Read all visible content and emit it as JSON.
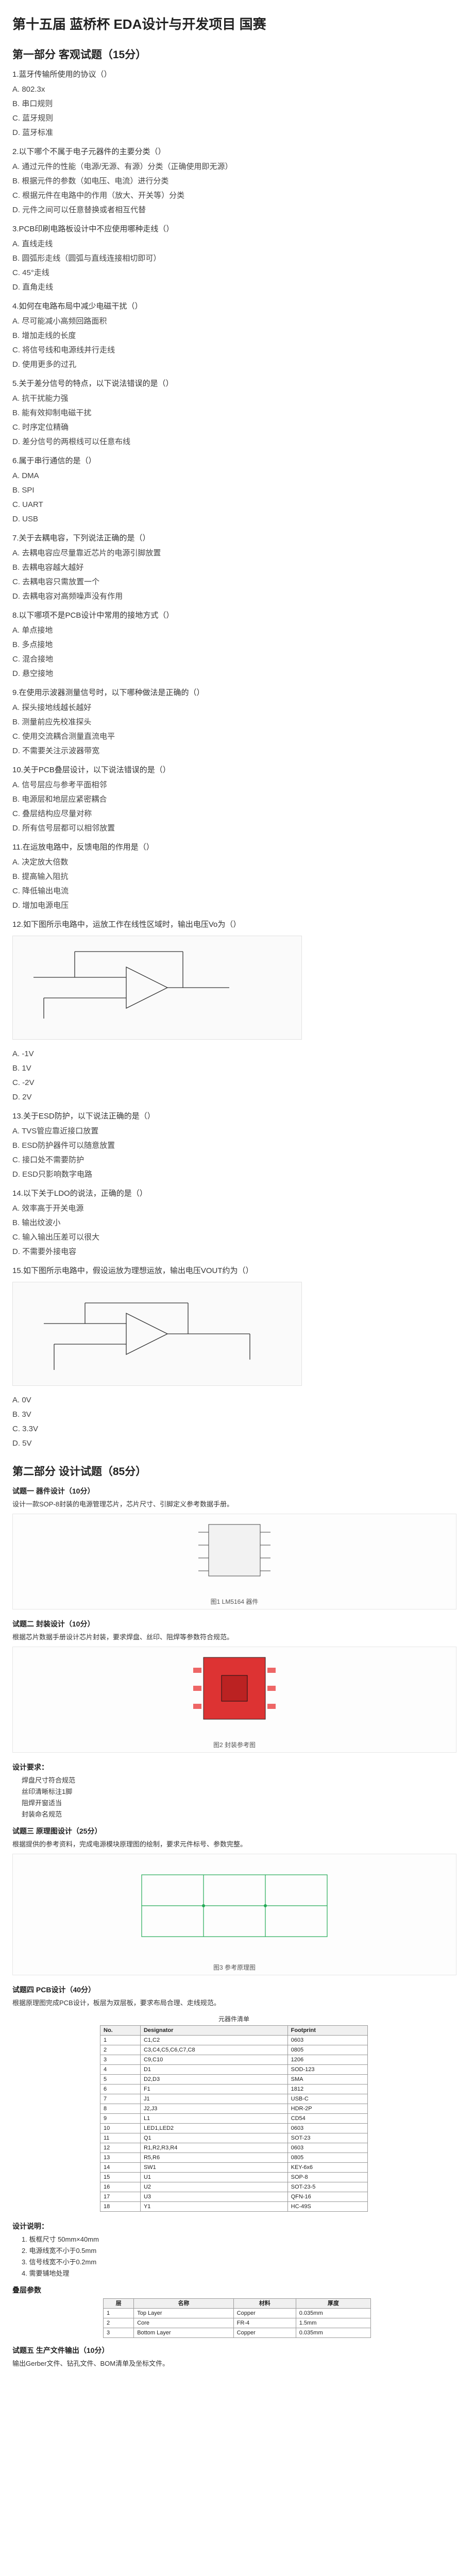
{
  "title": "第十五届 蓝桥杯 EDA设计与开发项目 国赛",
  "part1": {
    "heading": "第一部分 客观试题（15分）",
    "questions": [
      {
        "stem": "1.蓝牙传输所使用的协议（）",
        "options": [
          "A. 802.3x",
          "B. 串口规则",
          "C. 蓝牙规则",
          "D. 蓝牙标准"
        ]
      },
      {
        "stem": "2.以下哪个不属于电子元器件的主要分类（）",
        "options": [
          "A. 通过元件的性能（电源/无源、有源）分类（正确使用即无源）",
          "B. 根据元件的参数（如电压、电流）进行分类",
          "C. 根据元件在电路中的作用（放大、开关等）分类",
          "D. 元件之间可以任意替换或者相互代替"
        ]
      },
      {
        "stem": "3.PCB印刷电路板设计中不应使用哪种走线（）",
        "options": [
          "A. 直线走线",
          "B. 圆弧形走线（圆弧与直线连接相切即可）",
          "C. 45°走线",
          "D. 直角走线"
        ]
      },
      {
        "stem": "4.如何在电路布局中减少电磁干扰（）",
        "options": [
          "A. 尽可能减小高频回路面积",
          "B. 增加走线的长度",
          "C. 将信号线和电源线并行走线",
          "D. 使用更多的过孔"
        ]
      },
      {
        "stem": "5.关于差分信号的特点，以下说法错误的是（）",
        "options": [
          "A. 抗干扰能力强",
          "B. 能有效抑制电磁干扰",
          "C. 时序定位精确",
          "D. 差分信号的两根线可以任意布线"
        ]
      },
      {
        "stem": "6.属于串行通信的是（）",
        "options": [
          "A. DMA",
          "B. SPI",
          "C. UART",
          "D. USB"
        ]
      },
      {
        "stem": "7.关于去耦电容，下列说法正确的是（）",
        "options": [
          "A. 去耦电容应尽量靠近芯片的电源引脚放置",
          "B. 去耦电容越大越好",
          "C. 去耦电容只需放置一个",
          "D. 去耦电容对高频噪声没有作用"
        ]
      },
      {
        "stem": "8.以下哪项不是PCB设计中常用的接地方式（）",
        "options": [
          "A. 单点接地",
          "B. 多点接地",
          "C. 混合接地",
          "D. 悬空接地"
        ]
      },
      {
        "stem": "9.在使用示波器测量信号时，以下哪种做法是正确的（）",
        "options": [
          "A. 探头接地线越长越好",
          "B. 测量前应先校准探头",
          "C. 使用交流耦合测量直流电平",
          "D. 不需要关注示波器带宽"
        ]
      },
      {
        "stem": "10.关于PCB叠层设计，以下说法错误的是（）",
        "options": [
          "A. 信号层应与参考平面相邻",
          "B. 电源层和地层应紧密耦合",
          "C. 叠层结构应尽量对称",
          "D. 所有信号层都可以相邻放置"
        ]
      },
      {
        "stem": "11.在运放电路中，反馈电阻的作用是（）",
        "options": [
          "A. 决定放大倍数",
          "B. 提高输入阻抗",
          "C. 降低输出电流",
          "D. 增加电源电压"
        ]
      },
      {
        "stem": "12.如下图所示电路中，运放工作在线性区域时，输出电压Vo为（）",
        "options": [
          "A. -1V",
          "B. 1V",
          "C. -2V",
          "D. 2V"
        ],
        "figure": "opamp1"
      },
      {
        "stem": "13.关于ESD防护，以下说法正确的是（）",
        "options": [
          "A. TVS管应靠近接口放置",
          "B. ESD防护器件可以随意放置",
          "C. 接口处不需要防护",
          "D. ESD只影响数字电路"
        ]
      },
      {
        "stem": "14.以下关于LDO的说法，正确的是（）",
        "options": [
          "A. 效率高于开关电源",
          "B. 输出纹波小",
          "C. 输入输出压差可以很大",
          "D. 不需要外接电容"
        ]
      },
      {
        "stem": "15.如下图所示电路中，假设运放为理想运放，输出电压VOUT约为（）",
        "options": [
          "A. 0V",
          "B. 3V",
          "C. 3.3V",
          "D. 5V"
        ],
        "figure": "opamp2"
      }
    ]
  },
  "part2": {
    "heading": "第二部分 设计试题（85分）",
    "intro1_title": "试题一 器件设计（10分）",
    "intro1_text": "设计一款SOP-8封装的电源管理芯片，芯片尺寸、引脚定义参考数据手册。",
    "fig1_cap": "图1 LM5164 器件",
    "intro2_title": "试题二 封装设计（10分）",
    "intro2_text": "根据芯片数据手册设计芯片封装，要求焊盘、丝印、阻焊等参数符合规范。",
    "fig2_cap": "图2 封装参考图",
    "req_title": "设计要求：",
    "reqs": [
      "焊盘尺寸符合规范",
      "丝印清晰标注1脚",
      "阻焊开窗适当",
      "封装命名规范"
    ],
    "intro3_title": "试题三 原理图设计（25分）",
    "intro3_text": "根据提供的参考资料，完成电源模块原理图的绘制，要求元件标号、参数完整。",
    "fig3_cap": "图3 参考原理图",
    "intro4_title": "试题四 PCB设计（40分）",
    "intro4_text": "根据原理图完成PCB设计，板层为双层板，要求布局合理、走线规范。",
    "bom_title": "元器件清单",
    "bom_headers": [
      "No.",
      "Designator",
      "Footprint"
    ],
    "bom_rows": [
      [
        "1",
        "C1,C2",
        "0603"
      ],
      [
        "2",
        "C3,C4,C5,C6,C7,C8",
        "0805"
      ],
      [
        "3",
        "C9,C10",
        "1206"
      ],
      [
        "4",
        "D1",
        "SOD-123"
      ],
      [
        "5",
        "D2,D3",
        "SMA"
      ],
      [
        "6",
        "F1",
        "1812"
      ],
      [
        "7",
        "J1",
        "USB-C"
      ],
      [
        "8",
        "J2,J3",
        "HDR-2P"
      ],
      [
        "9",
        "L1",
        "CD54"
      ],
      [
        "10",
        "LED1,LED2",
        "0603"
      ],
      [
        "11",
        "Q1",
        "SOT-23"
      ],
      [
        "12",
        "R1,R2,R3,R4",
        "0603"
      ],
      [
        "13",
        "R5,R6",
        "0805"
      ],
      [
        "14",
        "SW1",
        "KEY-6x6"
      ],
      [
        "15",
        "U1",
        "SOP-8"
      ],
      [
        "16",
        "U2",
        "SOT-23-5"
      ],
      [
        "17",
        "U3",
        "QFN-16"
      ],
      [
        "18",
        "Y1",
        "HC-49S"
      ]
    ],
    "notes_title": "设计说明：",
    "notes": [
      "1. 板框尺寸 50mm×40mm",
      "2. 电源线宽不小于0.5mm",
      "3. 信号线宽不小于0.2mm",
      "4. 需要铺地处理"
    ],
    "layer_title": "叠层参数",
    "layer_headers": [
      "层",
      "名称",
      "材料",
      "厚度"
    ],
    "layer_rows": [
      [
        "1",
        "Top Layer",
        "Copper",
        "0.035mm"
      ],
      [
        "2",
        "Core",
        "FR-4",
        "1.5mm"
      ],
      [
        "3",
        "Bottom Layer",
        "Copper",
        "0.035mm"
      ]
    ],
    "end_title": "试题五 生产文件输出（10分）",
    "end_text": "输出Gerber文件、钻孔文件、BOM清单及坐标文件。"
  }
}
